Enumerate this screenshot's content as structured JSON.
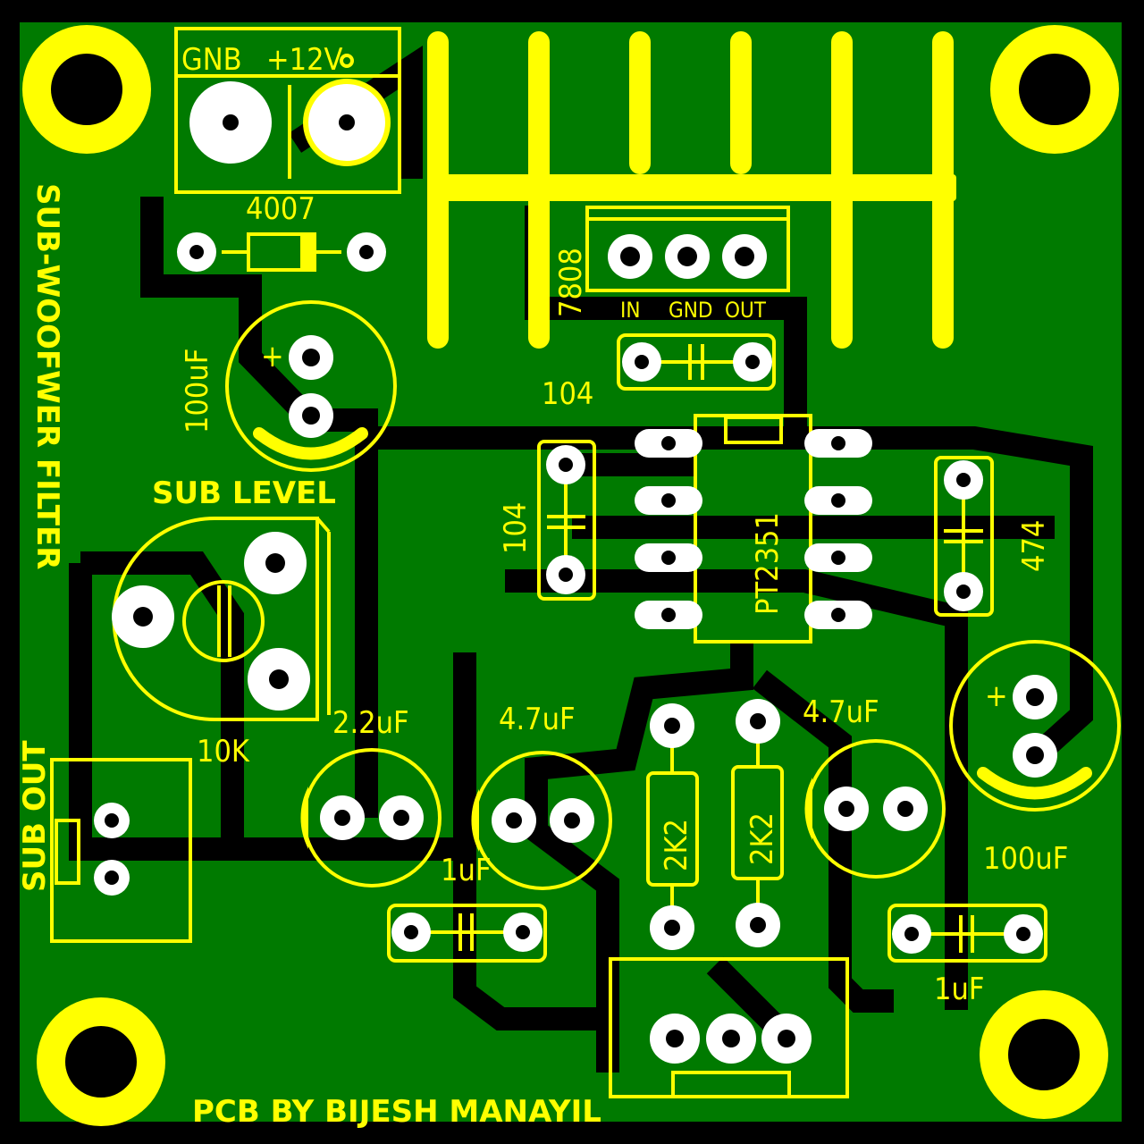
{
  "board": {
    "title": "SUB-WOOFWER FILTER",
    "credit": "PCB BY BIJESH MANAYIL",
    "colors": {
      "substrate": "#007a00",
      "silkscreen": "#ffff00",
      "pad": "#ffffff",
      "copper_clearance": "#000000"
    }
  },
  "power_terminal": {
    "gnd_label": "GNB",
    "vcc_label": "+12V"
  },
  "diode": {
    "label": "4007"
  },
  "regulator": {
    "label": "7808",
    "pins": [
      "IN",
      "GND",
      "OUT"
    ]
  },
  "caps": {
    "c_reg": "104",
    "c_supply_left": "100uF",
    "c_ic_left": "104",
    "c_ic_right": "474",
    "c_supply_right": "100uF",
    "c_22": "2.2uF",
    "c_47_left": "4.7uF",
    "c_47_right": "4.7uF",
    "c_1_left": "1uF",
    "c_1_right": "1uF"
  },
  "ic": {
    "label": "PT2351"
  },
  "pot": {
    "title": "SUB LEVEL",
    "value": "10K"
  },
  "resistors": [
    "2K2",
    "2K2"
  ],
  "output": {
    "label": "SUB OUT"
  }
}
